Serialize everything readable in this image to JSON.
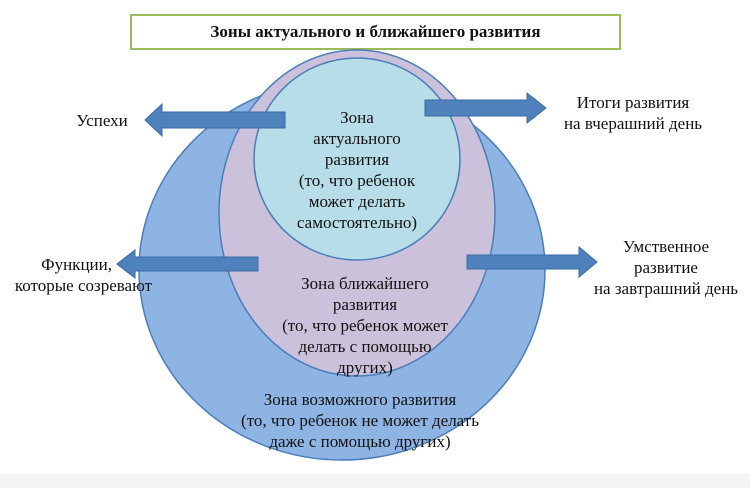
{
  "title": "Зоны актуального и ближайшего развития",
  "colors": {
    "outer_circle_fill": "#8eb4e3",
    "outer_circle_stroke": "#4a7ebb",
    "middle_circle_fill": "#ccc1da",
    "middle_circle_stroke": "#4a7ebb",
    "inner_circle_fill": "#b7dee8",
    "inner_circle_stroke": "#4a7ebb",
    "arrow_fill": "#4f81bd",
    "title_border": "#9bbb59"
  },
  "zones": {
    "actual": {
      "lines": [
        "Зона",
        "актуального",
        "развития",
        "(то, что ребенок",
        "может делать",
        "самостоятельно)"
      ]
    },
    "proximal": {
      "lines": [
        "Зона ближайшего",
        "развития",
        "(то, что ребенок может",
        "делать с помощью",
        "других)"
      ]
    },
    "possible": {
      "lines": [
        "Зона возможного развития",
        "(то, что ребенок не может делать",
        "даже с помощью других)"
      ]
    }
  },
  "labels": {
    "successes": [
      "Успехи"
    ],
    "yesterday": [
      "Итоги развития",
      "на вчерашний день"
    ],
    "functions": [
      "Функции,",
      "которые созревают"
    ],
    "tomorrow": [
      "Умственное",
      "развитие",
      "на завтрашний день"
    ]
  },
  "arrows": [
    {
      "name": "arrow-successes",
      "direction": "left"
    },
    {
      "name": "arrow-yesterday",
      "direction": "right"
    },
    {
      "name": "arrow-functions",
      "direction": "left"
    },
    {
      "name": "arrow-tomorrow",
      "direction": "right"
    }
  ]
}
